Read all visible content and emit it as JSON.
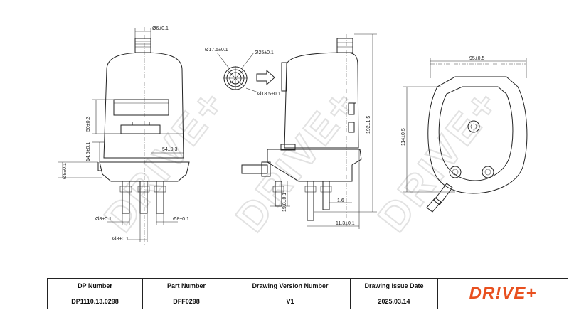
{
  "watermark": "DRIVE+",
  "dimensions": {
    "outlet_dia": "Ø6±0.1",
    "height_50": "50±0.3",
    "height_14": "14.5±0.1",
    "width_54": "54±0.3",
    "side_dia": "Ø8±0.1",
    "pin_dia_left": "Ø8±0.1",
    "pin_dia_right": "Ø8±0.1",
    "pin_dia_bottom": "Ø8±0.1",
    "ring_17": "Ø17.5±0.1",
    "ring_25": "Ø25±0.1",
    "ring_18": "Ø18.5±0.1",
    "height_192": "192±1.5",
    "dim_19": "19.8±0.1",
    "dim_16": "1.6",
    "dim_11": "11.3±0.1",
    "width_95": "95±0.5",
    "height_114": "114±0.5"
  },
  "title_block": {
    "headers": [
      "DP Number",
      "Part Number",
      "Drawing Version Number",
      "Drawing Issue Date"
    ],
    "values": [
      "DP1110.13.0298",
      "DFF0298",
      "V1",
      "2025.03.14"
    ],
    "logo": "DR!VE+"
  }
}
